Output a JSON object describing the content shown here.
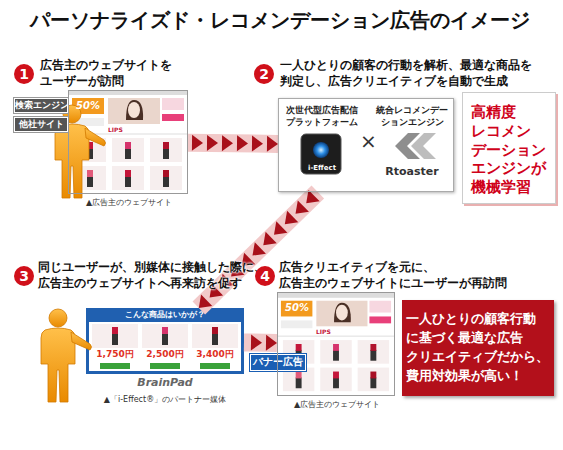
{
  "diagram": {
    "title": "パーソナライズド・レコメンデーション広告のイメージ",
    "nodes": [
      {
        "text": [
          "1",
          "広告主のウェブサイトを ユーザーが訪問"
        ]
      },
      {
        "text": [
          "検索エンジン"
        ]
      },
      {
        "text": [
          "他社サイト"
        ]
      },
      {
        "text": [
          "50%",
          "LIPS",
          "▲広告主のウェブサイト"
        ]
      },
      {
        "text": [
          "2",
          "一人ひとりの顧客の行動を解析、最適な商品を 判定し、広告クリエイティブを自動で生成"
        ]
      },
      {
        "text": [
          "×"
        ]
      },
      {
        "text": [
          "次世代型広告配信 プラットフォーム",
          "i-Effect"
        ],
        "in": 5
      },
      {
        "text": [
          "統合レコメンデー ションエンジン",
          "Rtoaster"
        ],
        "in": 5
      },
      {
        "text": [
          "高精度 レコメン デーション エンジンが 機械学習"
        ]
      },
      {
        "text": [
          "3",
          "同じユーザーが、別媒体に接触した際に、 広告主のウェブサイトへ再来訪を促す"
        ]
      },
      {
        "text": [
          "こんな商品はいかが？",
          "1,750円",
          "2,500円",
          "3,400円",
          "BrainPad",
          "▲「i-Effect®」のパートナー媒体"
        ]
      },
      {
        "text": [
          "バナー広告"
        ]
      },
      {
        "text": [
          "4",
          "広告クリエイティブを元に、 広告主のウェブサイトにユーザーが再訪問"
        ]
      },
      {
        "text": [
          "50%",
          "LIPS",
          "▲広告主のウェブサイト"
        ]
      },
      {
        "text": [
          "一人ひとりの顧客行動 に基づく最適な広告 クリエイティブだから、 費用対効果が高い！"
        ]
      }
    ],
    "edges": [
      {
        "from": 3,
        "to": 5,
        "arrow": "to"
      },
      {
        "from": 5,
        "to": 10,
        "arrow": "to"
      },
      {
        "from": 10,
        "to": 13,
        "arrow": "to"
      }
    ]
  }
}
